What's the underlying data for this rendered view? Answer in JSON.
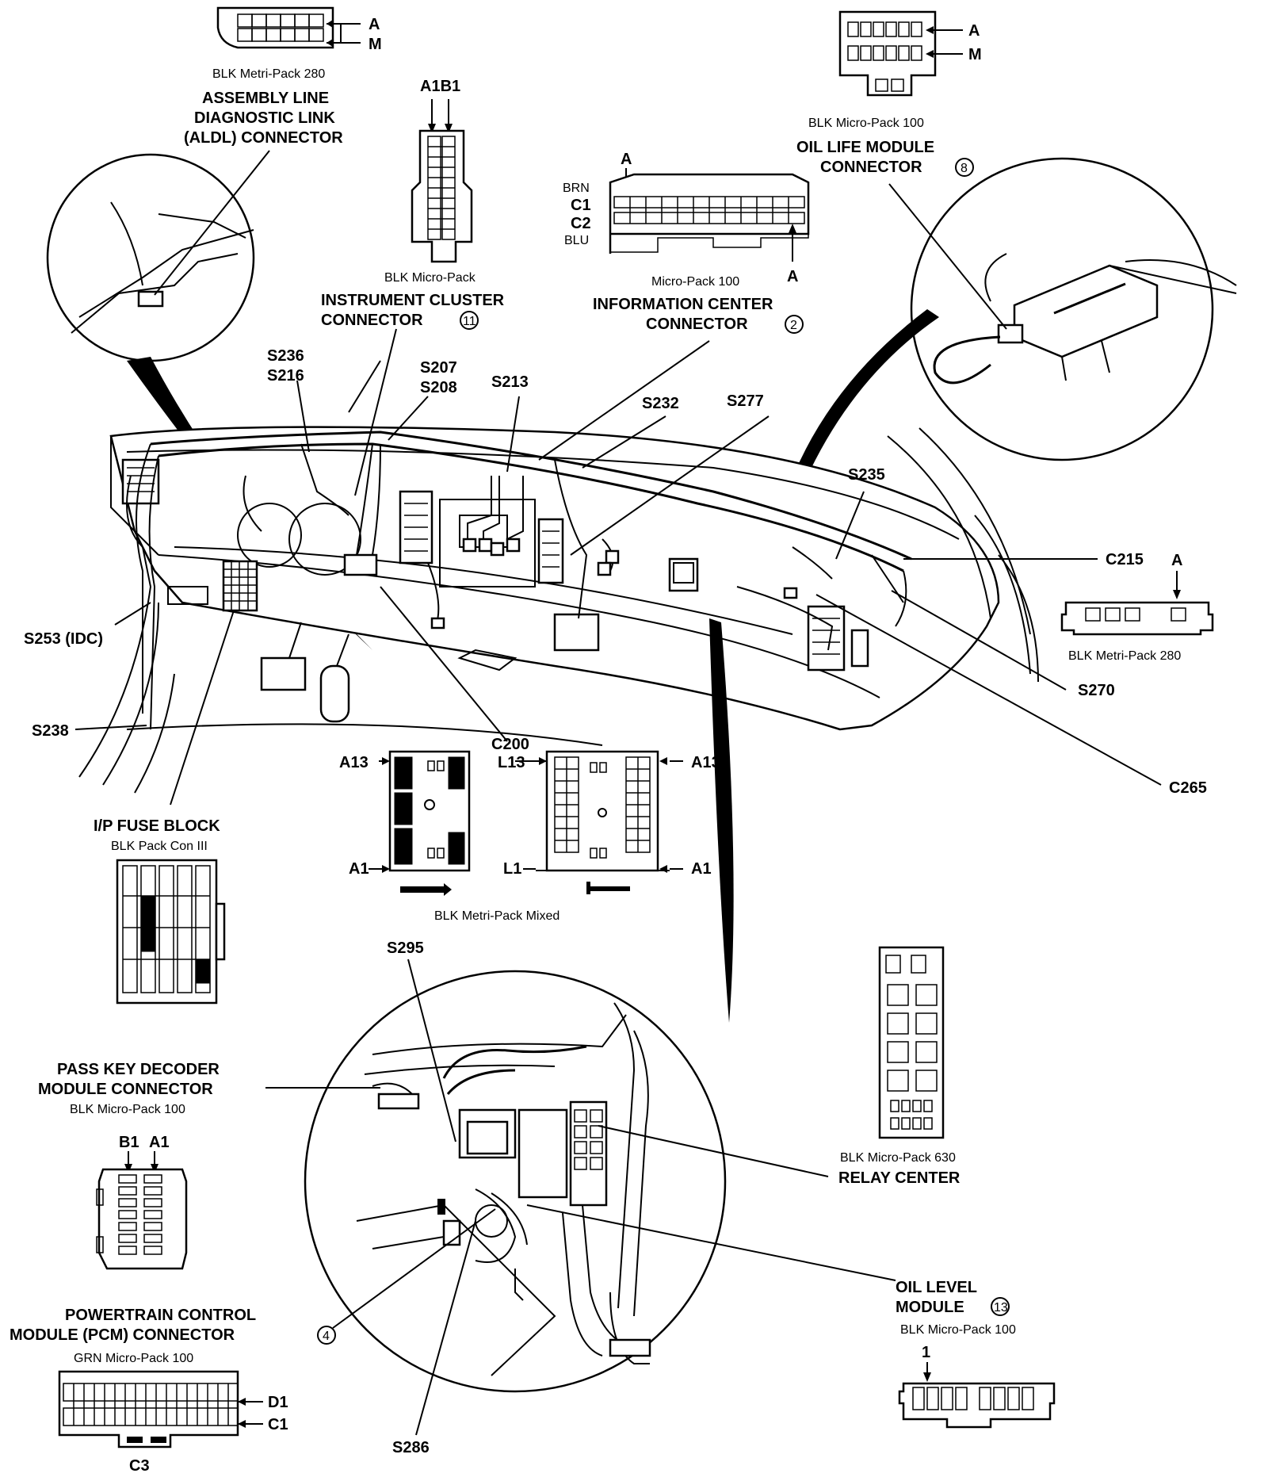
{
  "connectors": {
    "aldl": {
      "pin_a": "A",
      "pin_m": "M",
      "type": "BLK Metri-Pack 280",
      "title_1": "ASSEMBLY LINE",
      "title_2": "DIAGNOSTIC LINK",
      "title_3": "(ALDL) CONNECTOR"
    },
    "instrument_cluster": {
      "pins_top": "A1B1",
      "type": "BLK Micro-Pack",
      "title_1": "INSTRUMENT CLUSTER",
      "title_2": "CONNECTOR",
      "number": "11"
    },
    "information_center": {
      "pin_a_top": "A",
      "row_brn": "BRN",
      "row_c1": "C1",
      "row_c2": "C2",
      "row_blu": "BLU",
      "pin_a_bottom": "A",
      "type": "Micro-Pack 100",
      "title_1": "INFORMATION CENTER",
      "title_2": "CONNECTOR",
      "number": "2"
    },
    "oil_life": {
      "pin_a": "A",
      "pin_m": "M",
      "type": "BLK Micro-Pack 100",
      "title_1": "OIL LIFE MODULE",
      "title_2": "CONNECTOR",
      "number": "8"
    },
    "c215": {
      "label": "C215",
      "pin_a": "A",
      "type": "BLK Metri-Pack 280"
    },
    "c200": {
      "label": "C200",
      "left_top": "A13",
      "left_bottom": "A1",
      "mid_top": "L13",
      "mid_bottom": "L1",
      "right_top": "A13",
      "right_bottom": "A1",
      "type": "BLK Metri-Pack Mixed"
    },
    "fuse_block": {
      "title": "I/P FUSE BLOCK",
      "type": "BLK Pack Con III"
    },
    "pass_key": {
      "title_1": "PASS KEY DECODER",
      "title_2": "MODULE CONNECTOR",
      "type": "BLK Micro-Pack 100",
      "pin_b1": "B1",
      "pin_a1": "A1"
    },
    "pcm": {
      "title_1": "POWERTRAIN CONTROL",
      "title_2": "MODULE (PCM) CONNECTOR",
      "number": "4",
      "type": "GRN Micro-Pack 100",
      "pin_d1": "D1",
      "pin_c1": "C1",
      "pin_c3": "C3"
    },
    "relay_center": {
      "type": "BLK Micro-Pack 630",
      "title": "RELAY CENTER"
    },
    "oil_level": {
      "title_1": "OIL LEVEL",
      "title_2": "MODULE",
      "number": "13",
      "type": "BLK Micro-Pack 100",
      "pin_1": "1"
    }
  },
  "splices": {
    "s236": "S236",
    "s216": "S216",
    "s207": "S207",
    "s208": "S208",
    "s213": "S213",
    "s232": "S232",
    "s277": "S277",
    "s235": "S235",
    "s253": "S253 (IDC)",
    "s238": "S238",
    "s270": "S270",
    "c265": "C265",
    "s295": "S295",
    "s286": "S286"
  }
}
